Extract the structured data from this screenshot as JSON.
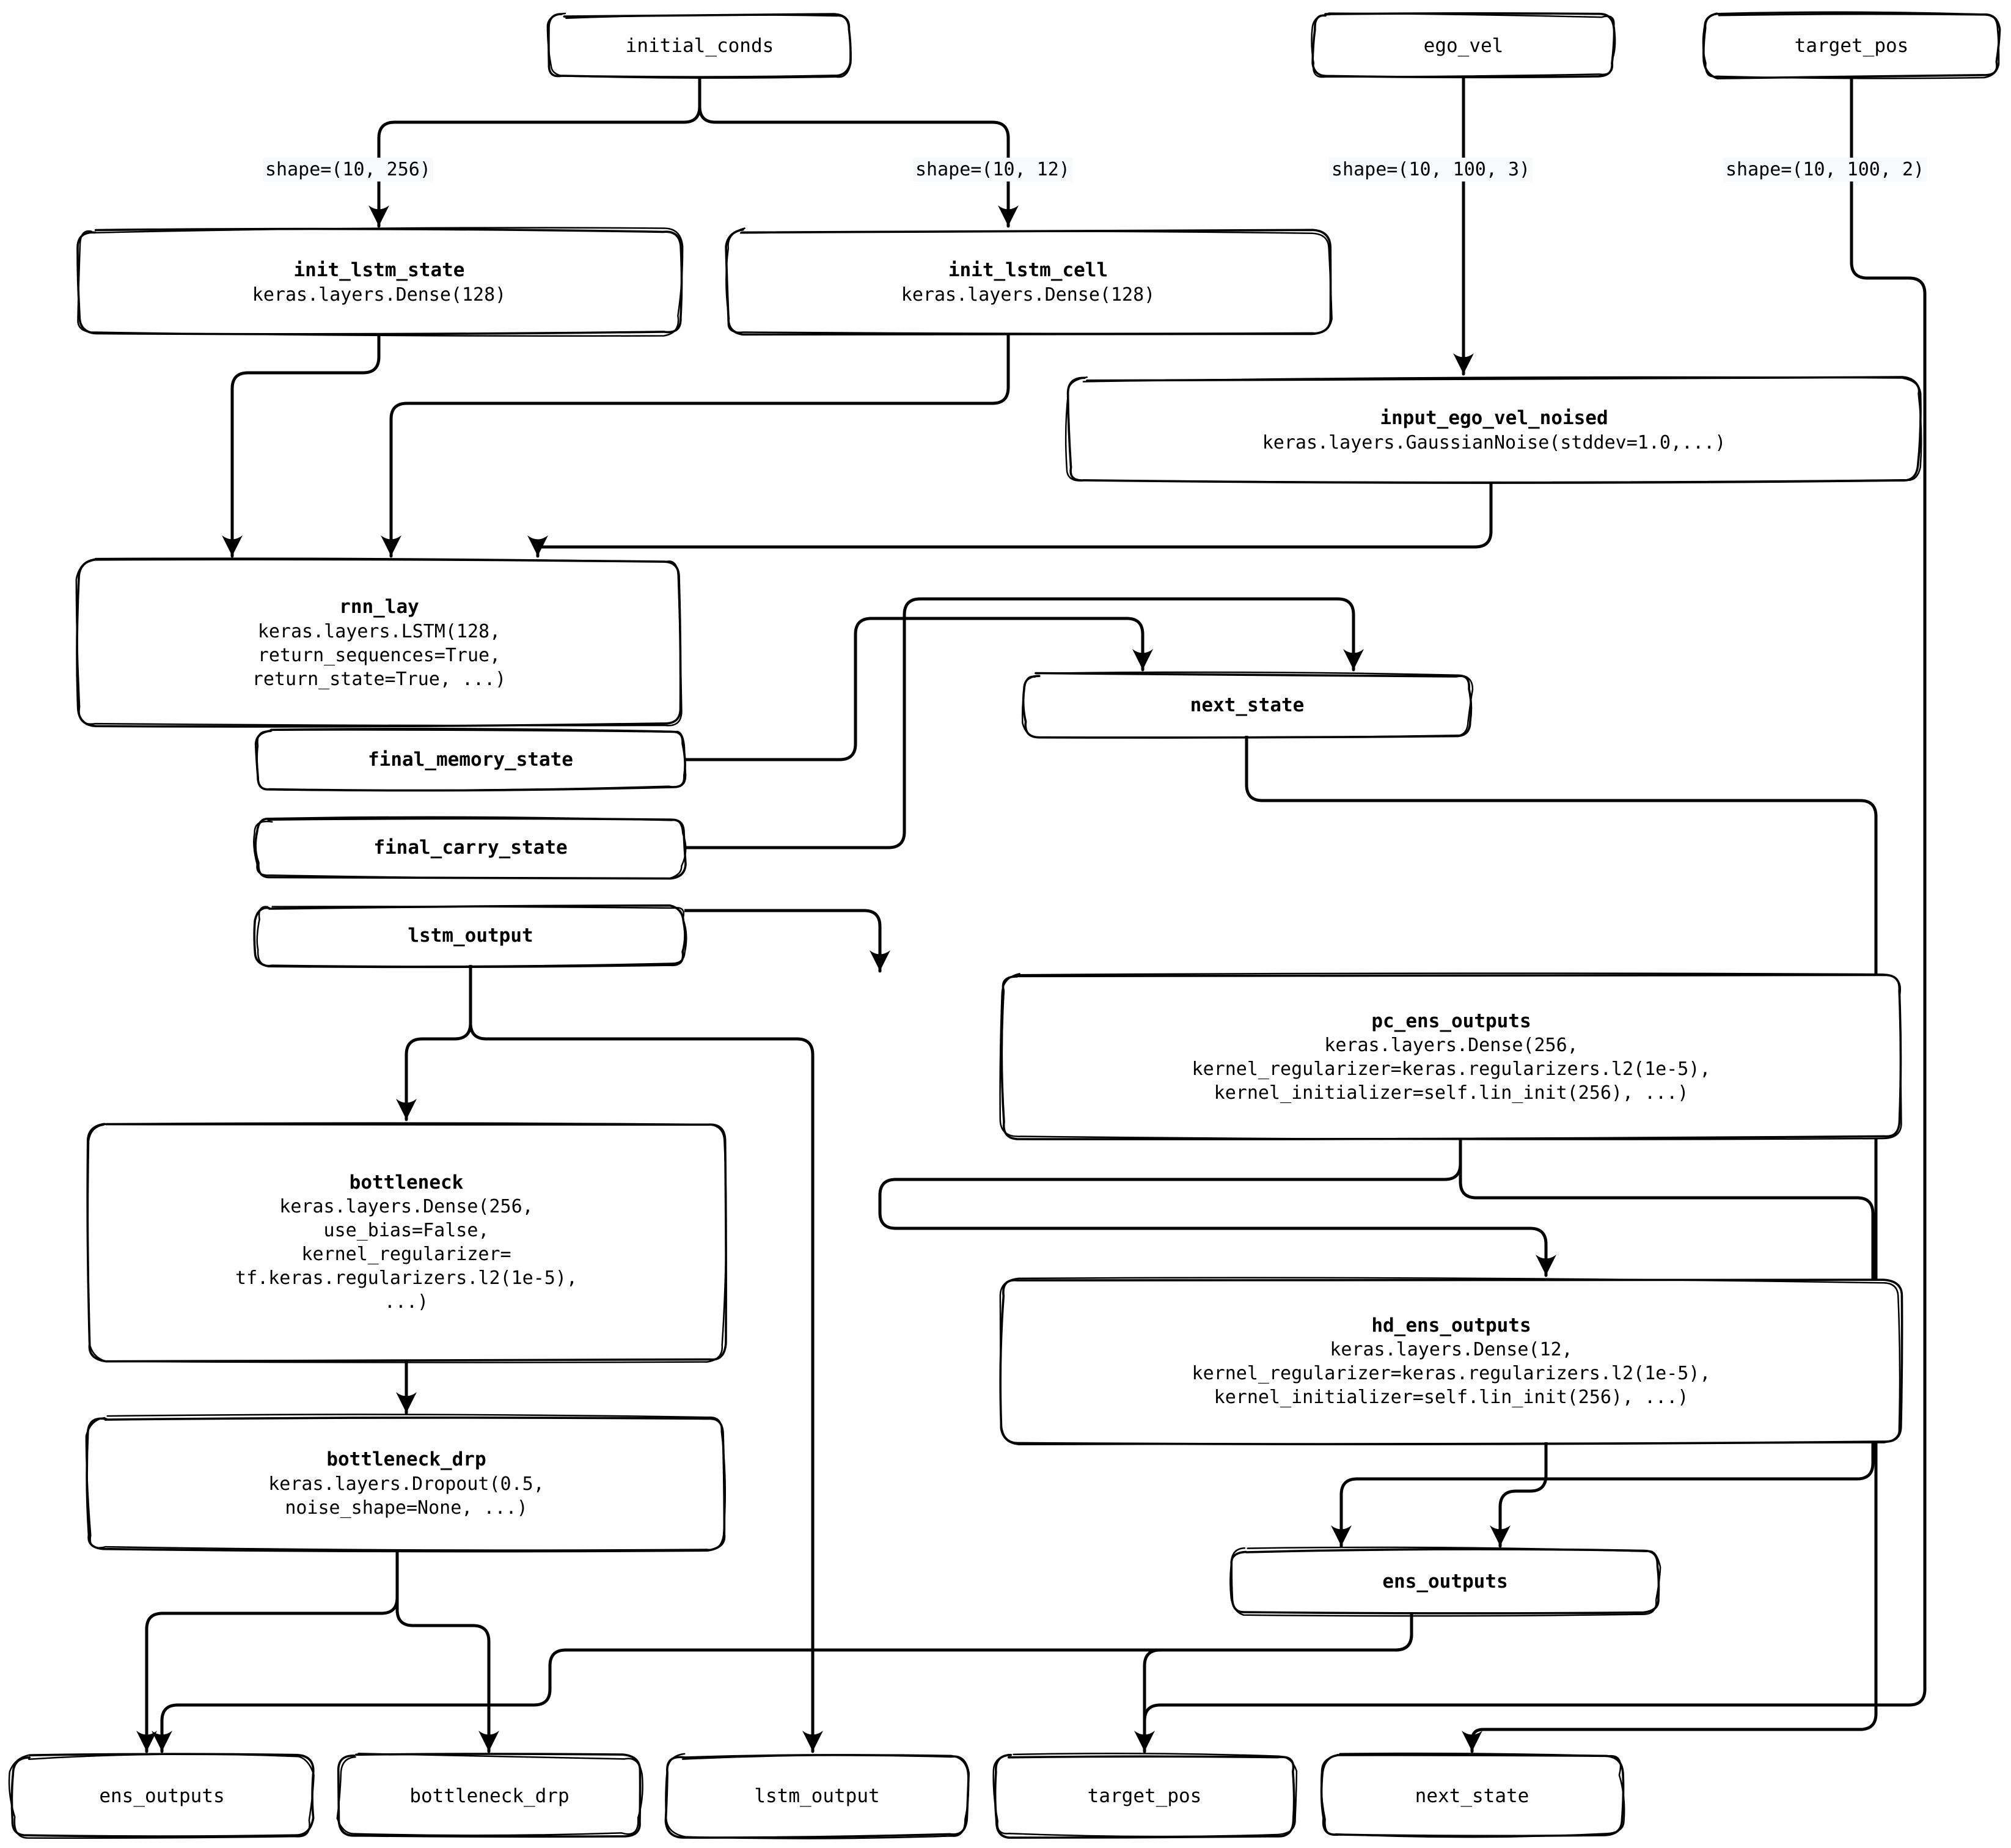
{
  "diagram": {
    "title": "keras_model_graph",
    "style": "hand-drawn-sketch",
    "background_color": "#ffffff",
    "stroke_color": "#000000",
    "edge_label_bg": "#f7f9fb"
  },
  "nodes": {
    "initial_conds": {
      "title": "initial_conds",
      "subtitle": ""
    },
    "ego_vel": {
      "title": "ego_vel",
      "subtitle": ""
    },
    "target_pos_in": {
      "title": "target_pos",
      "subtitle": ""
    },
    "init_lstm_state": {
      "title": "init_lstm_state",
      "subtitle": "keras.layers.Dense(128)"
    },
    "init_lstm_cell": {
      "title": "init_lstm_cell",
      "subtitle": "keras.layers.Dense(128)"
    },
    "input_ego_vel_noised": {
      "title": "input_ego_vel_noised",
      "subtitle": "keras.layers.GaussianNoise(stddev=1.0,...)"
    },
    "rnn_lay": {
      "title": "rnn_lay",
      "subtitle": "keras.layers.LSTM(128,\nreturn_sequences=True,\nreturn_state=True, ...)"
    },
    "final_memory_state": {
      "title": "final_memory_state",
      "subtitle": ""
    },
    "final_carry_state": {
      "title": "final_carry_state",
      "subtitle": ""
    },
    "lstm_output_slot": {
      "title": "lstm_output",
      "subtitle": ""
    },
    "next_state_mid": {
      "title": "next_state",
      "subtitle": ""
    },
    "pc_ens_outputs": {
      "title": "pc_ens_outputs",
      "subtitle": "keras.layers.Dense(256,\nkernel_regularizer=keras.regularizers.l2(1e-5),\nkernel_initializer=self.lin_init(256), ...)"
    },
    "hd_ens_outputs": {
      "title": "hd_ens_outputs",
      "subtitle": "keras.layers.Dense(12,\nkernel_regularizer=keras.regularizers.l2(1e-5),\nkernel_initializer=self.lin_init(256), ...)"
    },
    "bottleneck": {
      "title": "bottleneck",
      "subtitle": "keras.layers.Dense(256,\nuse_bias=False,\nkernel_regularizer=\ntf.keras.regularizers.l2(1e-5),\n...)"
    },
    "bottleneck_drp": {
      "title": "bottleneck_drp",
      "subtitle": "keras.layers.Dropout(0.5,\nnoise_shape=None, ...)"
    },
    "ens_outputs_mid": {
      "title": "ens_outputs",
      "subtitle": ""
    },
    "out_ens_outputs": {
      "title": "ens_outputs",
      "subtitle": ""
    },
    "out_bottleneck_drp": {
      "title": "bottleneck_drp",
      "subtitle": ""
    },
    "out_lstm_output": {
      "title": "lstm_output",
      "subtitle": ""
    },
    "out_target_pos": {
      "title": "target_pos",
      "subtitle": ""
    },
    "out_next_state": {
      "title": "next_state",
      "subtitle": ""
    }
  },
  "edge_labels": [
    {
      "id": "lbl_ic_state",
      "text": "shape=(10, 256)"
    },
    {
      "id": "lbl_ic_cell",
      "text": "shape=(10, 12)"
    },
    {
      "id": "lbl_ego",
      "text": "shape=(10, 100, 3)"
    },
    {
      "id": "lbl_target",
      "text": "shape=(10, 100, 2)"
    }
  ],
  "edges": [
    {
      "from": "initial_conds",
      "to": "init_lstm_state",
      "label": "shape=(10, 256)"
    },
    {
      "from": "initial_conds",
      "to": "init_lstm_cell",
      "label": "shape=(10, 12)"
    },
    {
      "from": "ego_vel",
      "to": "input_ego_vel_noised",
      "label": "shape=(10, 100, 3)"
    },
    {
      "from": "target_pos_in",
      "to": "out_target_pos",
      "label": "shape=(10, 100, 2)"
    },
    {
      "from": "init_lstm_state",
      "to": "rnn_lay",
      "label": ""
    },
    {
      "from": "init_lstm_cell",
      "to": "rnn_lay",
      "label": ""
    },
    {
      "from": "input_ego_vel_noised",
      "to": "rnn_lay",
      "label": ""
    },
    {
      "from": "final_memory_state",
      "to": "next_state_mid",
      "label": ""
    },
    {
      "from": "final_carry_state",
      "to": "next_state_mid",
      "label": ""
    },
    {
      "from": "next_state_mid",
      "to": "out_next_state",
      "label": ""
    },
    {
      "from": "lstm_output_slot",
      "to": "bottleneck",
      "label": ""
    },
    {
      "from": "lstm_output_slot",
      "to": "out_lstm_output",
      "label": ""
    },
    {
      "from": "lstm_output_slot",
      "to": "pc_ens_outputs",
      "label": ""
    },
    {
      "from": "bottleneck",
      "to": "bottleneck_drp",
      "label": ""
    },
    {
      "from": "bottleneck_drp",
      "to": "out_ens_outputs",
      "label": ""
    },
    {
      "from": "bottleneck_drp",
      "to": "out_bottleneck_drp",
      "label": ""
    },
    {
      "from": "pc_ens_outputs",
      "to": "hd_ens_outputs",
      "label": ""
    },
    {
      "from": "pc_ens_outputs",
      "to": "ens_outputs_mid",
      "label": ""
    },
    {
      "from": "hd_ens_outputs",
      "to": "ens_outputs_mid",
      "label": ""
    },
    {
      "from": "ens_outputs_mid",
      "to": "out_ens_outputs",
      "label": ""
    }
  ]
}
